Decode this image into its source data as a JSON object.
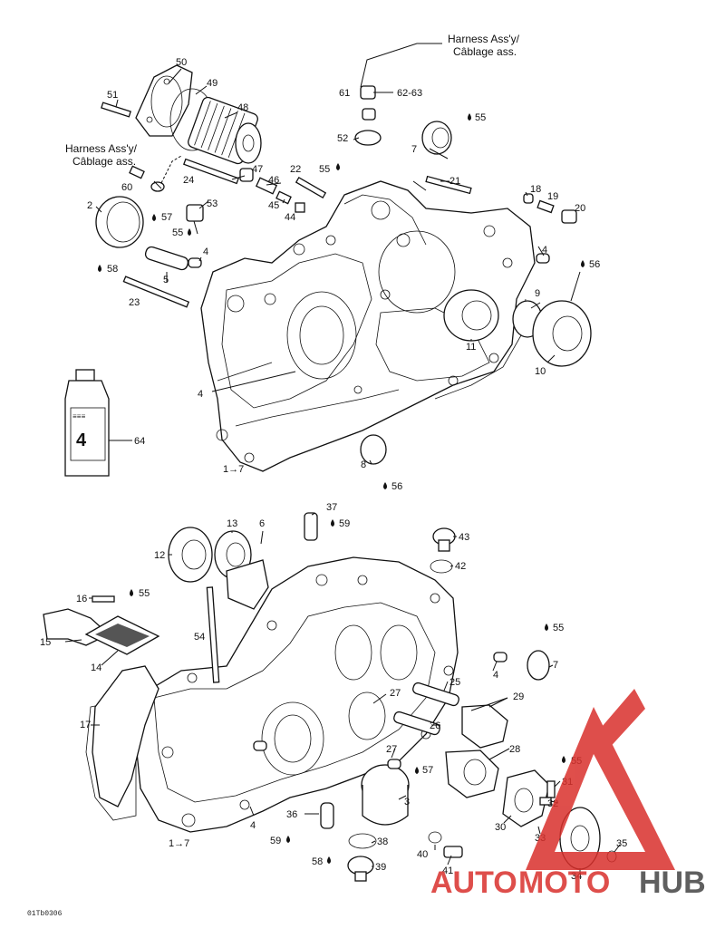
{
  "diagram_code": "01Tb0306",
  "harness_notes": [
    {
      "line1": "Harness Ass'y/",
      "line2": "Câblage ass."
    },
    {
      "line1": "Harness Ass'y/",
      "line2": "Câblage ass."
    }
  ],
  "step_refs": [
    "1→7",
    "1→7"
  ],
  "parts": {
    "p2": "2",
    "p3": "3",
    "p4a": "4",
    "p4b": "4",
    "p4c": "4",
    "p4d": "4",
    "p4e": "4",
    "p5": "5",
    "p6": "6",
    "p7a": "7",
    "p7b": "7",
    "p8": "8",
    "p9": "9",
    "p10": "10",
    "p11": "11",
    "p12": "12",
    "p13": "13",
    "p14": "14",
    "p15": "15",
    "p16": "16",
    "p17": "17",
    "p18": "18",
    "p19": "19",
    "p20": "20",
    "p21": "21",
    "p22": "22",
    "p23": "23",
    "p24": "24",
    "p25": "25",
    "p26": "26",
    "p27a": "27",
    "p27b": "27",
    "p28": "28",
    "p29": "29",
    "p30": "30",
    "p31": "31",
    "p32": "32",
    "p33": "33",
    "p34": "34",
    "p35": "35",
    "p36": "36",
    "p37": "37",
    "p38": "38",
    "p39": "39",
    "p40": "40",
    "p41": "41",
    "p42": "42",
    "p43": "43",
    "p44": "44",
    "p45": "45",
    "p46": "46",
    "p47": "47",
    "p48": "48",
    "p49": "49",
    "p50": "50",
    "p51": "51",
    "p52": "52",
    "p53": "53",
    "p54": "54",
    "p55a": "55",
    "p55b": "55",
    "p55c": "55",
    "p55d": "55",
    "p55e": "55",
    "p56a": "56",
    "p56b": "56",
    "p57a": "57",
    "p57b": "57",
    "p58a": "58",
    "p58b": "58",
    "p59a": "59",
    "p59b": "59",
    "p60": "60",
    "p61": "61",
    "p6263": "62-63",
    "p64": "64"
  },
  "watermark": {
    "part1": "AUTO",
    "part2": "MOTO",
    "part3": "HUB",
    "color_red": "#d9302c",
    "color_dark": "#444444"
  }
}
